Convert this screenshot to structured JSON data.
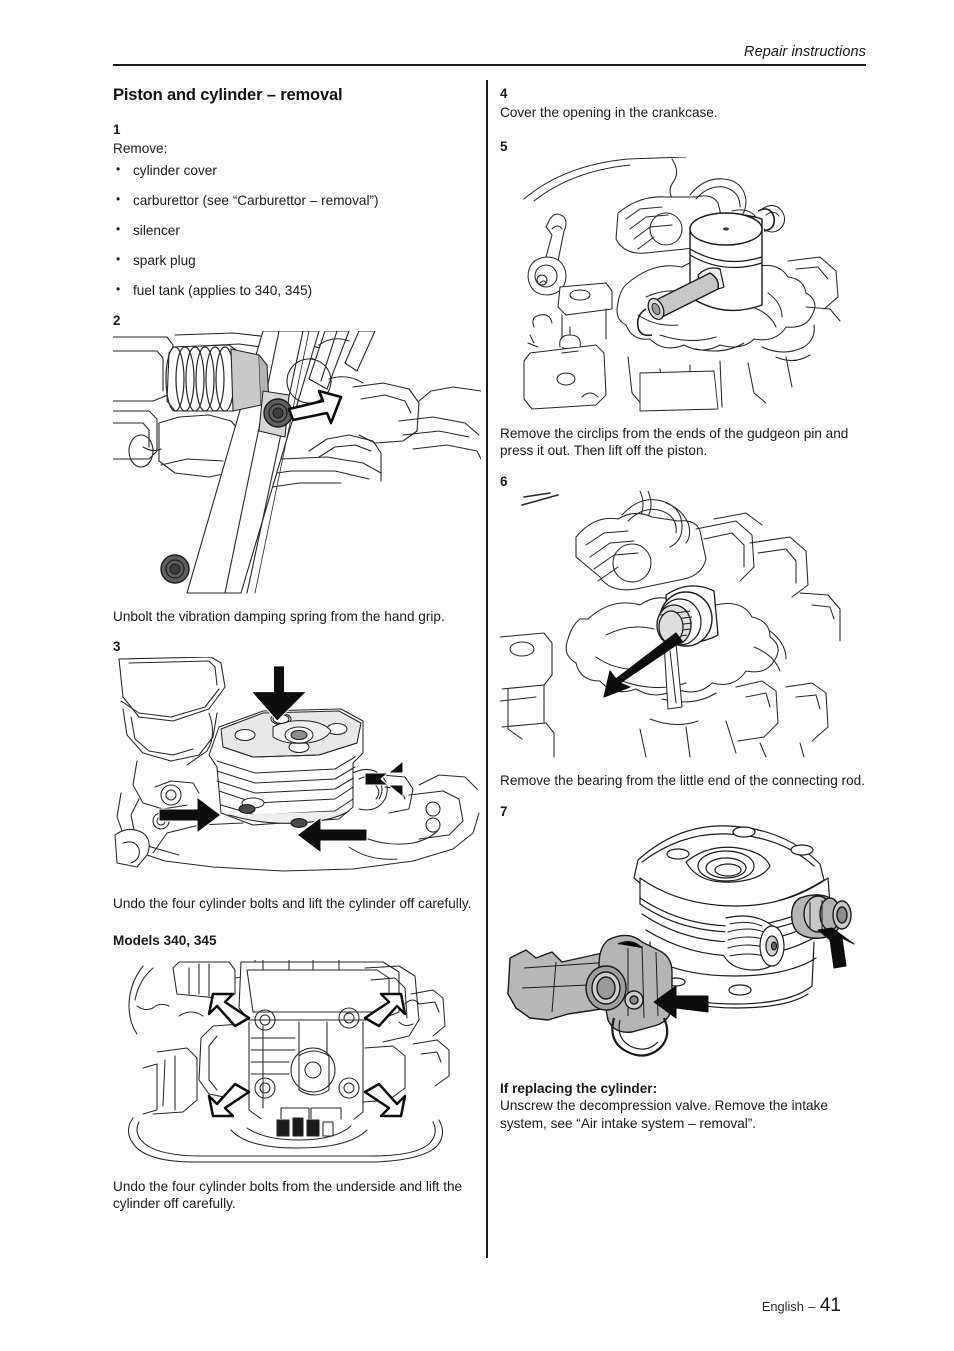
{
  "header": {
    "title": "Repair instructions"
  },
  "footer": {
    "language": "English",
    "separator": "–",
    "page_number": "41"
  },
  "left_column": {
    "section_title": "Piston and cylinder – removal",
    "step1": {
      "number": "1",
      "lead": "Remove:",
      "bullets": [
        "cylinder cover",
        "carburettor (see “Carburettor – removal”)",
        "silencer",
        "spark plug",
        "fuel tank (applies to 340, 345)"
      ]
    },
    "step2": {
      "number": "2",
      "caption": "Unbolt the vibration damping spring from the hand grip.",
      "figure_name": "vibration-damping-spring-figure"
    },
    "step3": {
      "number": "3",
      "caption": "Undo the four cylinder bolts and lift the cylinder off carefully.",
      "figure_name": "cylinder-bolts-top-figure"
    },
    "models_section": {
      "heading": "Models 340, 345",
      "caption": "Undo the four cylinder bolts from the underside and lift the cylinder off carefully.",
      "figure_name": "cylinder-bolts-underside-figure"
    }
  },
  "right_column": {
    "step4": {
      "number": "4",
      "text": "Cover the opening in the crankcase."
    },
    "step5": {
      "number": "5",
      "caption": "Remove the circlips from the ends of the gudgeon pin and press it out. Then lift off the piston.",
      "figure_name": "piston-gudgeon-pin-figure"
    },
    "step6": {
      "number": "6",
      "caption": "Remove the bearing from the little end of the connecting rod.",
      "figure_name": "little-end-bearing-figure"
    },
    "step7": {
      "number": "7",
      "figure_name": "cylinder-intake-system-figure",
      "note_heading": "If replacing the cylinder:",
      "note_text": "Unscrew the decompression valve. Remove the intake system, see “Air intake system – removal”."
    }
  },
  "colors": {
    "ink": "#1a1a1a",
    "line": "#262626",
    "fill_light": "#e2e2e2",
    "fill_mid": "#b8b8b8",
    "fill_dark": "#6e6e6e",
    "arrow_fill": "#111111"
  }
}
